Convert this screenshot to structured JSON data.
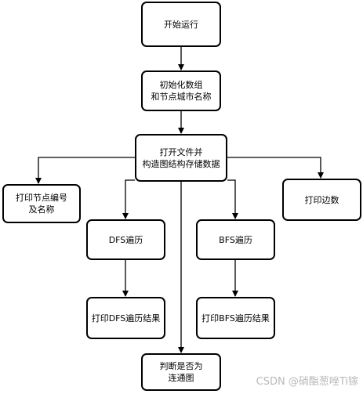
{
  "nodes": {
    "start": "开始运行",
    "init": "初始化数组\n和节点城市名称",
    "open": "打开文件并\n构造图结构存储数据",
    "print_nodes": "打印节点编号\n及名称",
    "print_edges": "打印边数",
    "dfs": "DFS遍历",
    "bfs": "BFS遍历",
    "print_dfs": "打印DFS遍历结果",
    "print_bfs": "打印BFS遍历结果",
    "check_connected": "判断是否为\n连通图"
  },
  "watermark": "CSDN @硝酯葱唑Ti镓"
}
